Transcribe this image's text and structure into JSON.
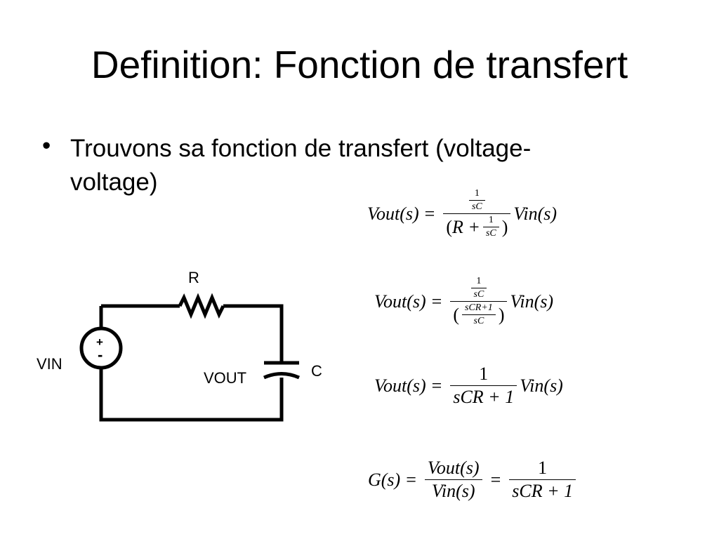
{
  "slide": {
    "title": "Definition: Fonction de transfert",
    "bullet": "Trouvons sa fonction de transfert (voltage-voltage)"
  },
  "circuit": {
    "resistor_label": "R",
    "capacitor_label": "C",
    "source_label": "VIN",
    "output_label": "VOUT",
    "plus_sign": "+",
    "minus_sign": "-"
  },
  "equations": {
    "vout_s": "Vout(s)",
    "vin_s": "Vin(s)",
    "g_s": "G(s)",
    "equals": "=",
    "one": "1",
    "sC": "sC",
    "open_paren": "(",
    "close_paren": ")",
    "R_plus": "R +",
    "sCR_plus_1_small": "sCR+1",
    "sCR_plus_1": "sCR + 1"
  }
}
